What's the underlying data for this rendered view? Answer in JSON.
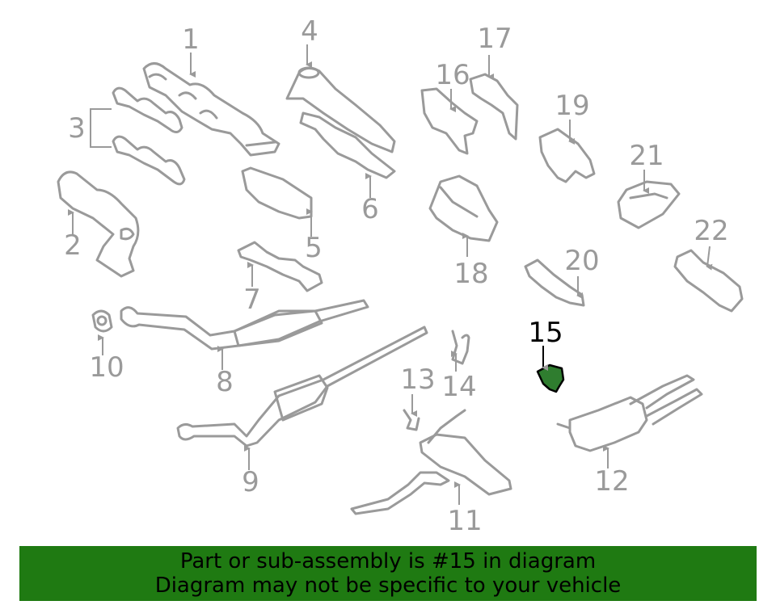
{
  "callouts": {
    "c1": "1",
    "c2": "2",
    "c3": "3",
    "c4": "4",
    "c5": "5",
    "c6": "6",
    "c7": "7",
    "c8": "8",
    "c9": "9",
    "c10": "10",
    "c11": "11",
    "c12": "12",
    "c13": "13",
    "c14": "14",
    "c15": "15",
    "c16": "16",
    "c17": "17",
    "c18": "18",
    "c19": "19",
    "c20": "20",
    "c21": "21",
    "c22": "22"
  },
  "highlighted_part": "15",
  "colors": {
    "part_stroke": "#9a9a9a",
    "highlight_fill": "#2f7d2f",
    "banner_bg": "#1f7a12"
  },
  "banner": {
    "line1": "Part or sub-assembly is #15 in diagram",
    "line2": "Diagram may not be specific to your vehicle"
  }
}
